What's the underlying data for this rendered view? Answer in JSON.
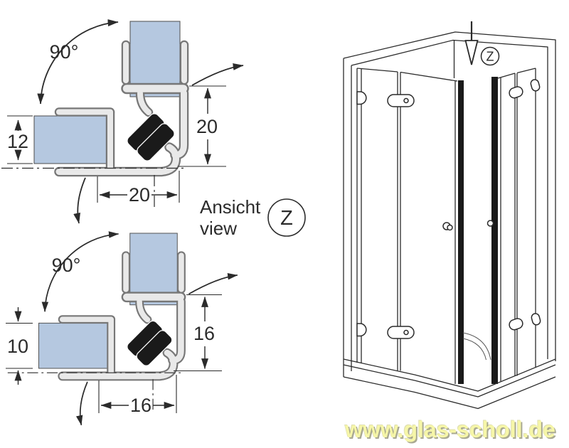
{
  "seal_top": {
    "angle": "90°",
    "glass_thickness": "12",
    "width": "20",
    "height": "20"
  },
  "seal_bottom": {
    "angle": "90°",
    "glass_thickness": "10",
    "width": "16",
    "height": "16"
  },
  "view_note": {
    "label_de": "Ansicht",
    "label_en": "view",
    "symbol": "Z"
  },
  "detail_marker": {
    "symbol": "Z"
  },
  "watermark": {
    "text": "www.glas-scholl.de"
  },
  "colors": {
    "glass": "#b5c8e0",
    "magnet": "#1a1a1a",
    "profile": "#777777",
    "line": "#2b2b2b",
    "watermark": "#f6f6a8"
  }
}
